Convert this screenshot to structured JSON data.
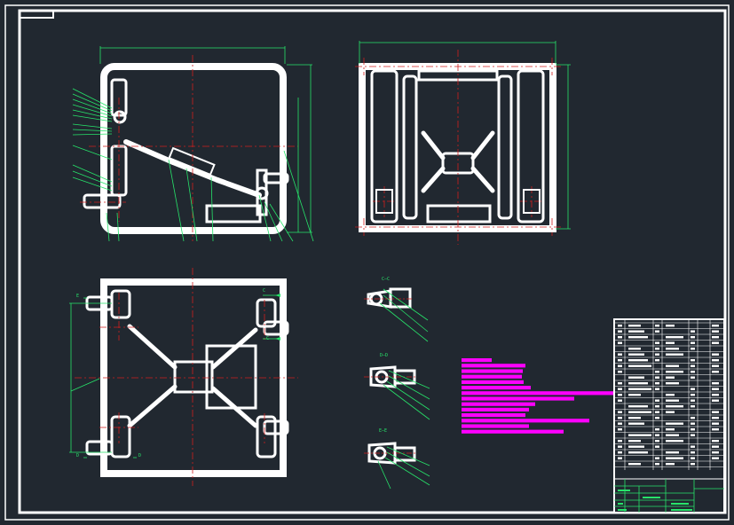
{
  "drawing": {
    "section_labels": {
      "c": "C—C",
      "d": "D—D",
      "e": "E—E"
    },
    "view_markers": {
      "c": "C",
      "d": "D",
      "e": "E"
    }
  },
  "colors": {
    "background": "#212830",
    "part": "#ffffff",
    "dimension": "#27e36a",
    "centerline": "#d01e1e",
    "highlight": "#ff00ff"
  },
  "magenta_bar_lengths": [
    34,
    72,
    69,
    68,
    70,
    78,
    171,
    127,
    83,
    76,
    72,
    144,
    76,
    115
  ]
}
